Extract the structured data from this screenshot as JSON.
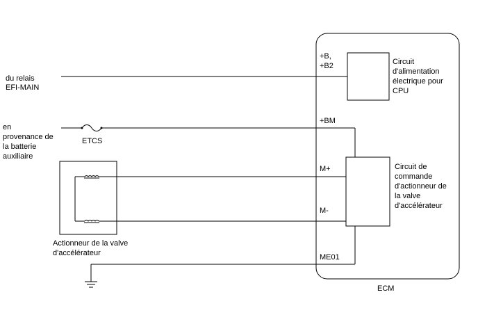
{
  "left": {
    "relay_source": [
      "du relais",
      "EFI-MAIN"
    ],
    "battery_source": [
      "en",
      "provenance de",
      "la batterie",
      "auxiliaire"
    ],
    "fuse_label": "ETCS",
    "actuator_label": [
      "Actionneur de la valve",
      "d'accélérateur"
    ]
  },
  "ecm": {
    "label": "ECM",
    "terminals": {
      "b_b2": [
        "+B,",
        "+B2"
      ],
      "bm": "+BM",
      "m_plus": "M+",
      "m_minus": "M-",
      "me01": "ME01"
    },
    "power_circuit": [
      "Circuit",
      "d'alimentation",
      "électrique pour",
      "CPU"
    ],
    "actuator_circuit": [
      "Circuit de",
      "commande",
      "d'actionneur de",
      "la valve",
      "d'accélérateur"
    ]
  }
}
